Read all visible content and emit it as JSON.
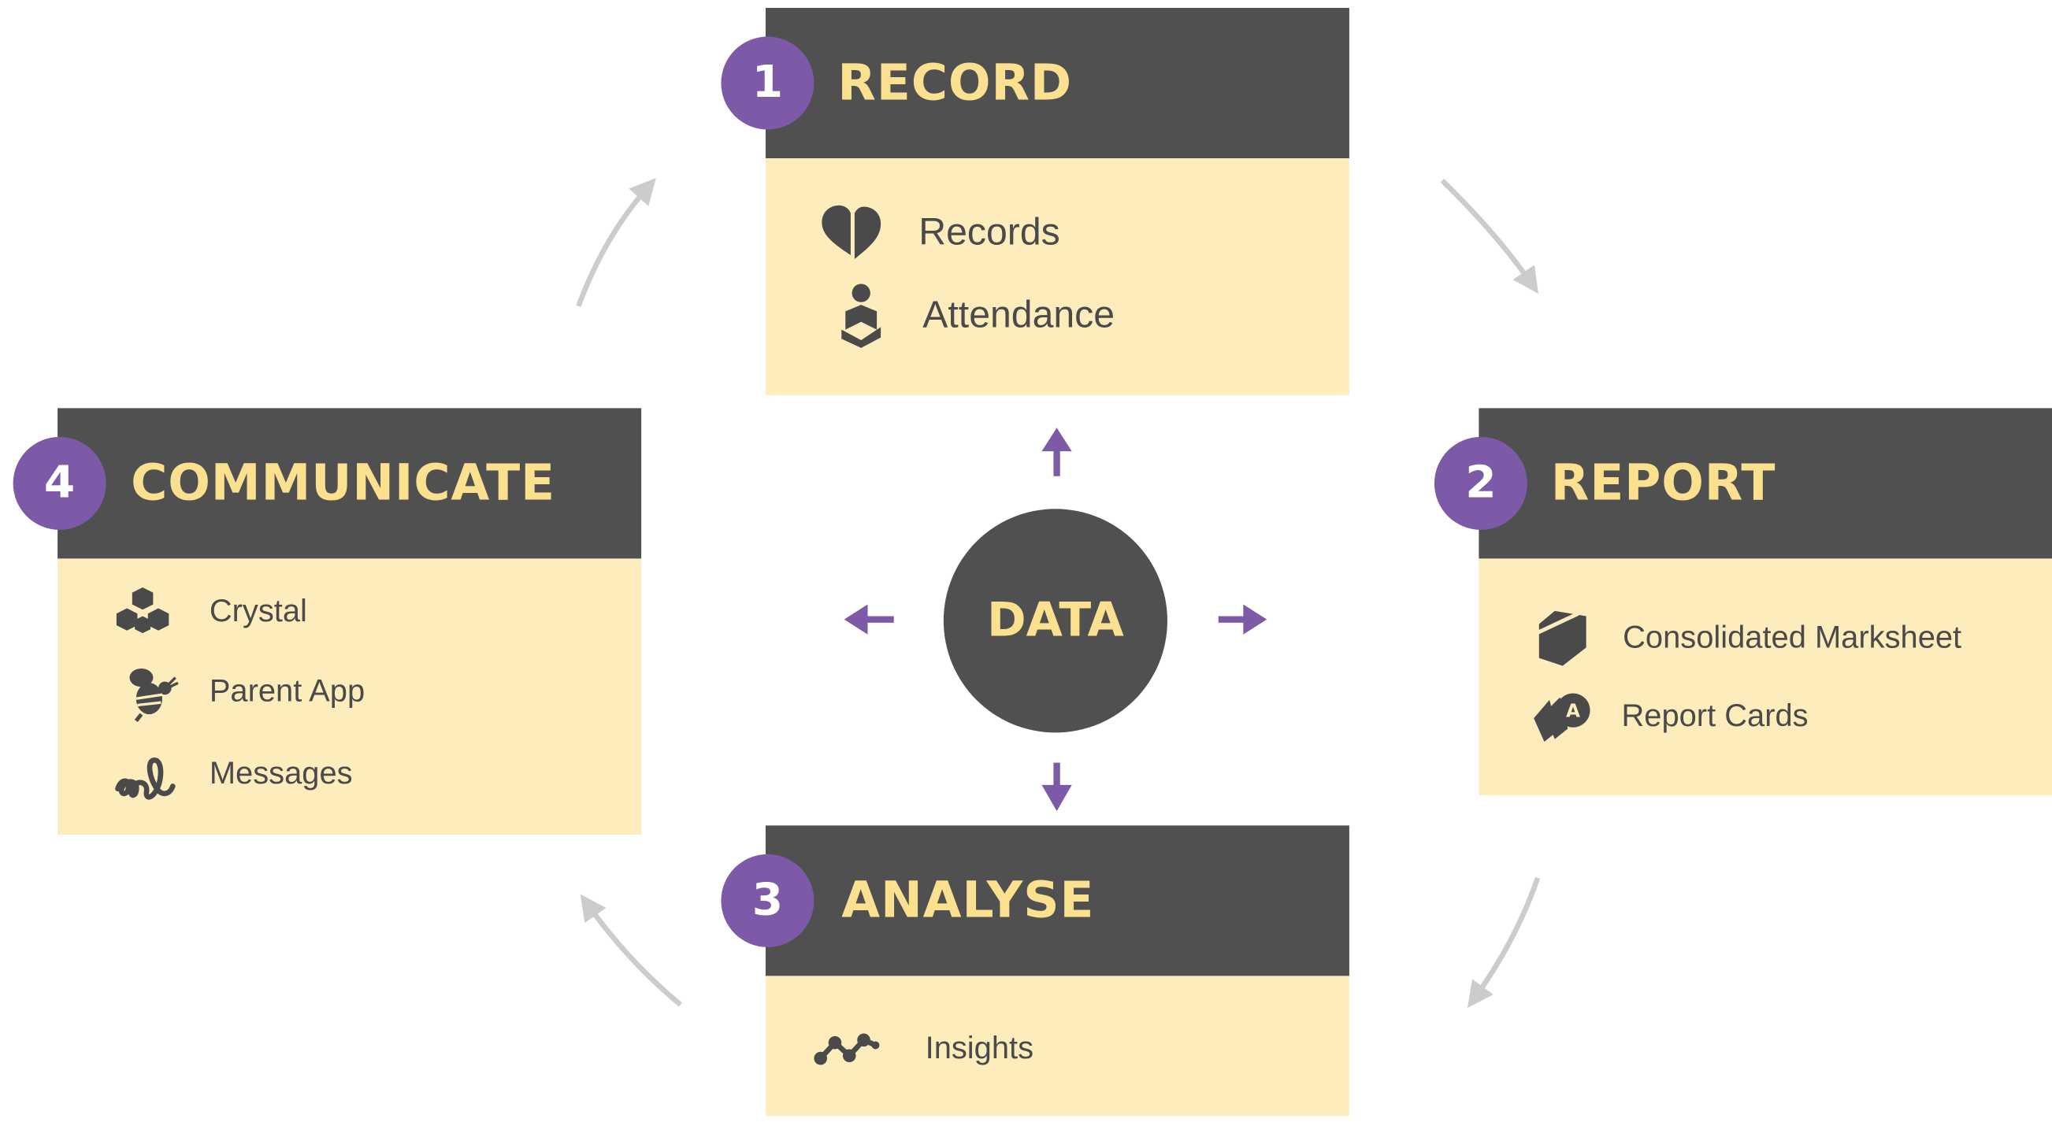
{
  "hub": {
    "label": "DATA"
  },
  "stages": {
    "record": {
      "number": "1",
      "title": "RECORD",
      "items": [
        {
          "label": "Records",
          "icon": "heart-split-icon"
        },
        {
          "label": "Attendance",
          "icon": "person-check-icon"
        }
      ]
    },
    "report": {
      "number": "2",
      "title": "REPORT",
      "items": [
        {
          "label": "Consolidated Marksheet",
          "icon": "badge-shield-icon"
        },
        {
          "label": "Report Cards",
          "icon": "stacked-cards-grade-icon"
        }
      ]
    },
    "analyse": {
      "number": "3",
      "title": "ANALYSE",
      "items": [
        {
          "label": "Insights",
          "icon": "trend-line-icon"
        }
      ]
    },
    "communicate": {
      "number": "4",
      "title": "COMMUNICATE",
      "items": [
        {
          "label": "Crystal",
          "icon": "hexagon-cluster-icon"
        },
        {
          "label": "Parent App",
          "icon": "bee-icon"
        },
        {
          "label": "Messages",
          "icon": "scribble-icon"
        }
      ]
    }
  },
  "colors": {
    "header": "#505050",
    "body": "#fdedbd",
    "title": "#fbe08f",
    "badge": "#7d5aa8",
    "hub_arrow": "#7d5aa8",
    "cycle_arrow": "#cccccc",
    "icon": "#4a4a4a"
  }
}
